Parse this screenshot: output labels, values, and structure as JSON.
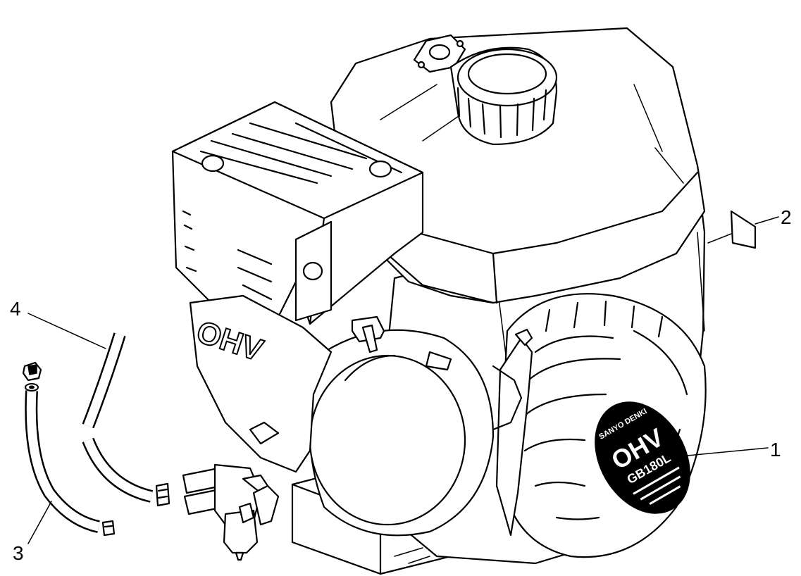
{
  "callouts": [
    {
      "number": "1",
      "part": "label-decal"
    },
    {
      "number": "2",
      "part": "caution-sticker"
    },
    {
      "number": "3",
      "part": "fuel-hose-short"
    },
    {
      "number": "4",
      "part": "fuel-hose-long"
    }
  ],
  "engine_label": {
    "brand": "SANYO DENKI",
    "model": "OHV",
    "code": "GB180L"
  },
  "shroud_embossing": "OHV",
  "colors": {
    "line": "#000000",
    "background": "#ffffff",
    "label": "#000000"
  }
}
